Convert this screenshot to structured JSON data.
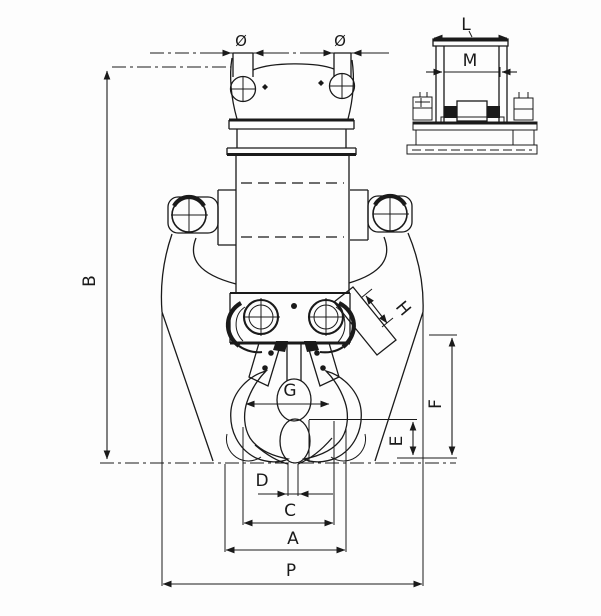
{
  "figure": {
    "background_color": "#fdfdfd",
    "ink_color": "#1a1a1a"
  },
  "labels": {
    "pin_diameter_left": "Ø",
    "pin_diameter_right": "Ø",
    "overall_height": "B",
    "bracket_outer_width": "L",
    "bracket_inner_width": "M",
    "arm_width": "H",
    "jaw_opening": "G",
    "tine_height": "F",
    "tip_height": "E",
    "tip_gap": "D",
    "closed_jaw_width": "C",
    "jaw_span": "A",
    "overall_width": "P"
  }
}
